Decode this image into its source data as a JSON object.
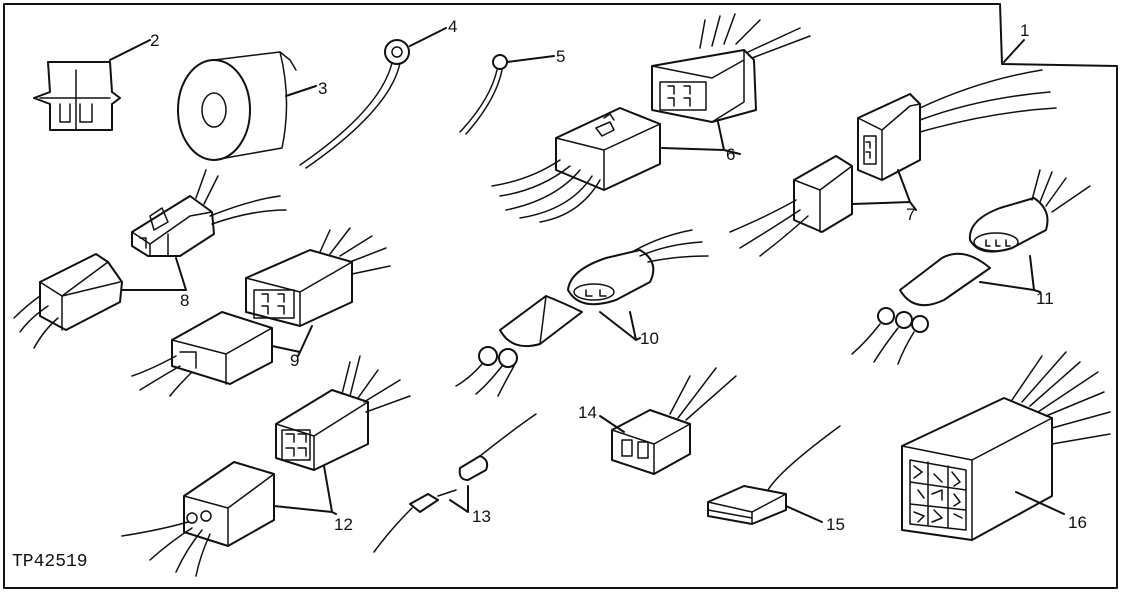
{
  "figure_id": "TP42519",
  "callouts": [
    "1",
    "2",
    "3",
    "4",
    "5",
    "6",
    "7",
    "8",
    "9",
    "10",
    "11",
    "12",
    "13",
    "14",
    "15",
    "16"
  ]
}
